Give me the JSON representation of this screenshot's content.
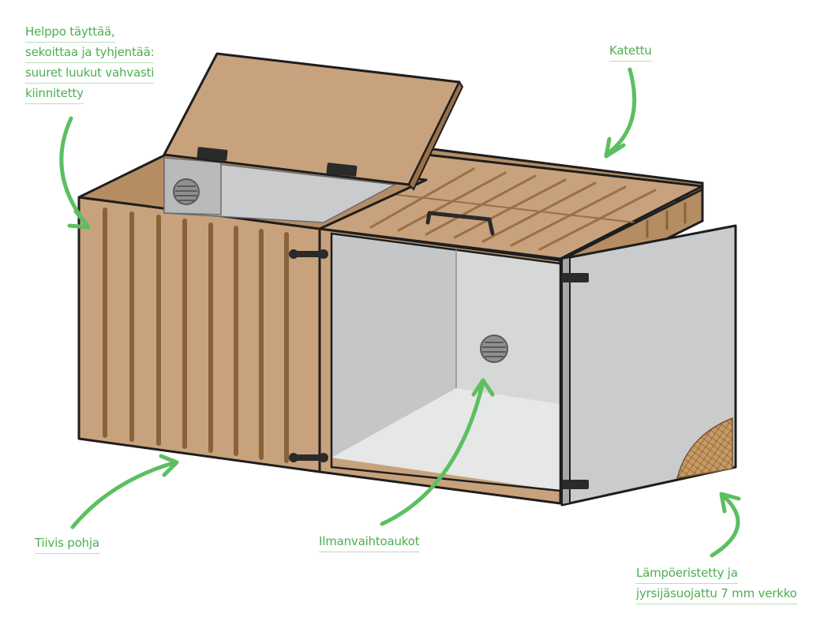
{
  "labels": {
    "fill": [
      "Helppo täyttää,",
      "sekoittaa ja tyhjentää:",
      "suuret luukut vahvasti",
      "kiinnitetty"
    ],
    "roof": [
      "Katettu"
    ],
    "bottom": [
      "Tiivis pohja"
    ],
    "vents": [
      "Ilmanvaihtoaukot"
    ],
    "insulation": [
      "Lämpöeristetty ja",
      "jyrsijäsuojattu 7 mm verkko"
    ]
  },
  "colors": {
    "wood": "#c8a27c",
    "wood_dark": "#8a6238",
    "outline": "#1e1e1e",
    "panel_grey": "#c9cbcc",
    "panel_light": "#e6e7e7",
    "arrow_green": "#5cbf60",
    "label_green": "#4caf50"
  }
}
